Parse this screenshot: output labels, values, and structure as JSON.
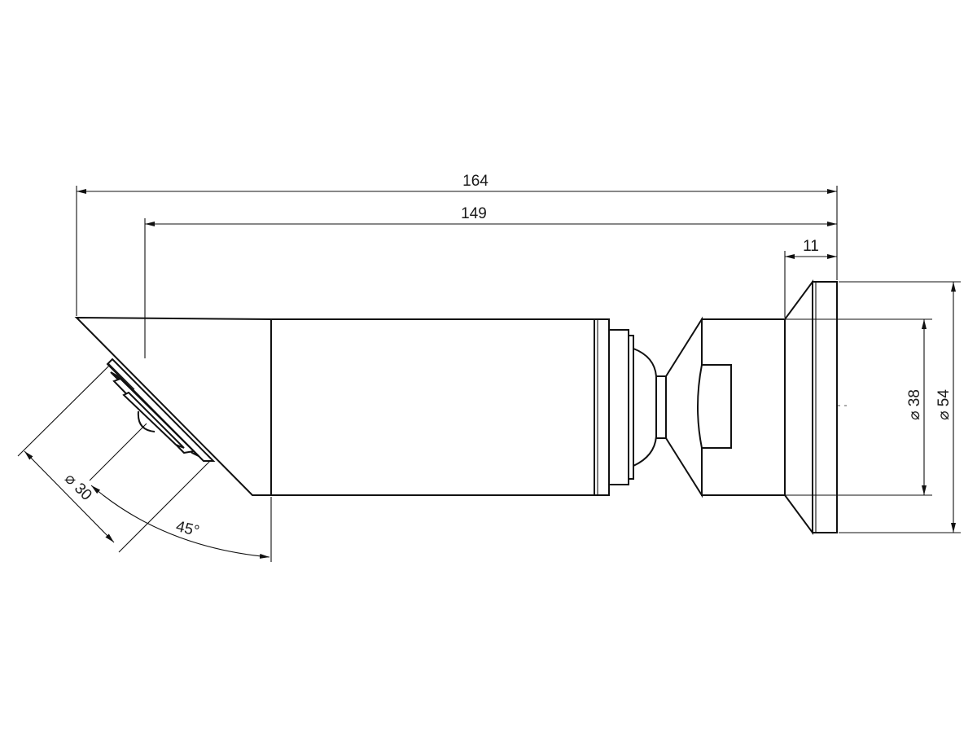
{
  "dimensions": {
    "overall_length": "164",
    "body_length": "149",
    "mount_flange_width": "11",
    "inner_diameter": "⌀ 38",
    "outer_diameter": "⌀ 54",
    "lens_diameter": "⌀ 30",
    "hood_angle": "45°"
  },
  "colors": {
    "line": "#111111",
    "background": "#ffffff"
  }
}
